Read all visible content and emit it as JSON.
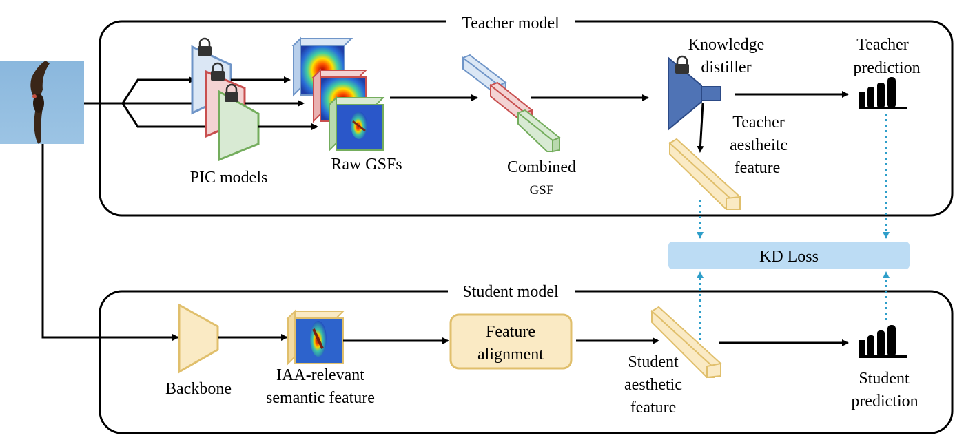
{
  "teacher": {
    "title": "Teacher model",
    "pic_models_label": "PIC models",
    "raw_gsfs_label": "Raw GSFs",
    "combined_label_1": "Combined",
    "combined_label_2": "GSF",
    "distiller_label_1": "Knowledge",
    "distiller_label_2": "distiller",
    "prediction_label_1": "Teacher",
    "prediction_label_2": "prediction",
    "feature_label_1": "Teacher",
    "feature_label_2": "aestheitc",
    "feature_label_3": "feature"
  },
  "kd_loss": {
    "label": "KD Loss"
  },
  "student": {
    "title": "Student model",
    "backbone_label": "Backbone",
    "semantic_label_1": "IAA-relevant",
    "semantic_label_2": "semantic feature",
    "alignment_label_1": "Feature",
    "alignment_label_2": "alignment",
    "feature_label_1": "Student",
    "feature_label_2": "aesthetic",
    "feature_label_3": "feature",
    "prediction_label_1": "Student",
    "prediction_label_2": "prediction"
  },
  "colors": {
    "pic_blue": "#dbe7f5",
    "pic_blue_stroke": "#6f95c8",
    "pic_red": "#f3d3d3",
    "pic_red_stroke": "#c84f4f",
    "pic_green": "#d8ead3",
    "pic_green_stroke": "#74ad5d",
    "distiller": "#4f73b5",
    "student_fill": "#faeac4",
    "student_stroke": "#e0bf6c",
    "kd_fill": "#bcdcf4",
    "dotted": "#2e9ec9"
  }
}
